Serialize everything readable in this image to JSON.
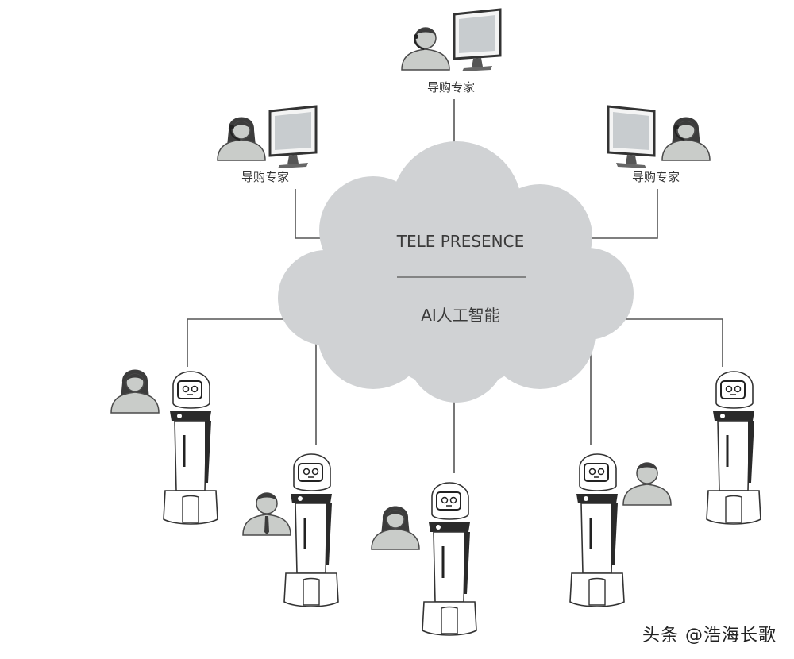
{
  "cloud": {
    "title": "TELE PRESENCE",
    "subtitle": "AI人工智能"
  },
  "experts": [
    {
      "label": "导购专家",
      "gender": "male",
      "monitor_side": "right"
    },
    {
      "label": "导购专家",
      "gender": "female",
      "monitor_side": "right"
    },
    {
      "label": "导购专家",
      "gender": "female",
      "monitor_side": "left"
    }
  ],
  "robots": [
    {
      "customer": "female-long-hair"
    },
    {
      "customer": "male-with-tie"
    },
    {
      "customer": "female-long-hair"
    },
    {
      "customer": "male"
    },
    {
      "customer": "none"
    }
  ],
  "watermark": "头条 @浩海长歌",
  "colors": {
    "cloud": "#d0d2d4",
    "line": "#555555",
    "person_fill": "#c9ccc9",
    "person_dark": "#3c3c3c",
    "robot_body": "#ffffff",
    "robot_dark": "#222222"
  }
}
